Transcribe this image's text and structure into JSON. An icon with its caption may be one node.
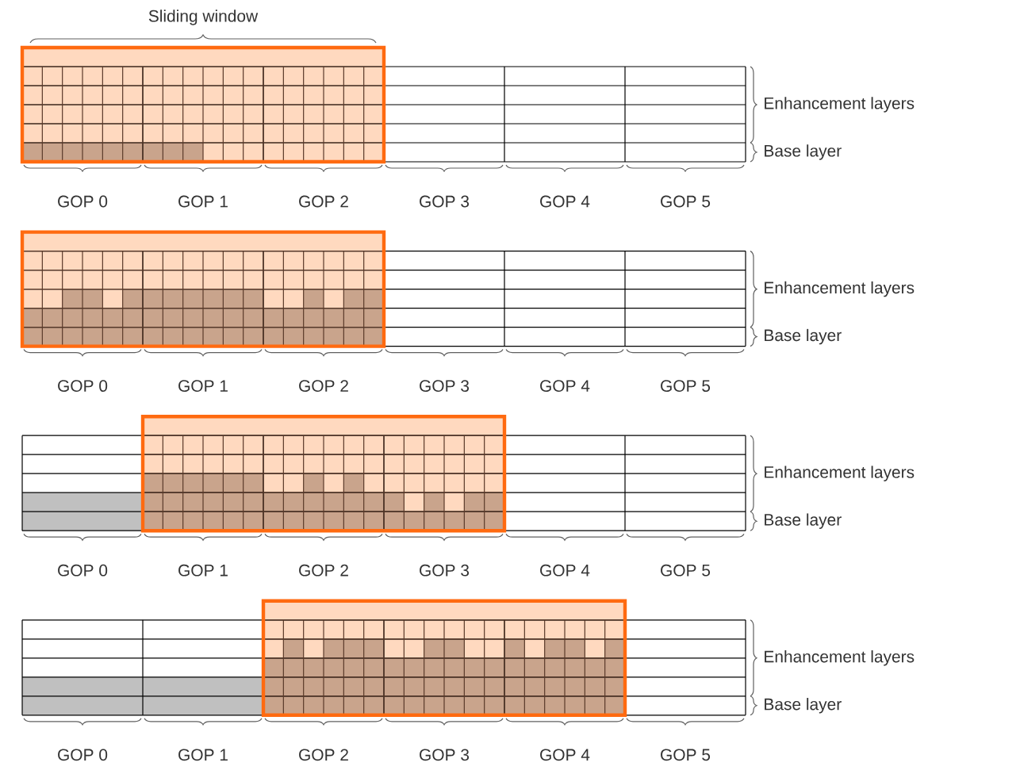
{
  "diagram": {
    "labels": [
      "Sliding window",
      "Enhancement layers",
      "Base layer",
      "GOP 0",
      "GOP 1",
      "GOP 2",
      "GOP 3",
      "GOP 4",
      "GOP 5",
      "Enhancement layers",
      "Base layer",
      "GOP 0",
      "GOP 1",
      "GOP 2",
      "GOP 3",
      "GOP 4",
      "GOP 5",
      "Enhancement layers",
      "Base layer",
      "GOP 0",
      "GOP 1",
      "GOP 2",
      "GOP 3",
      "GOP 4",
      "GOP 5",
      "Enhancement layers",
      "Base layer",
      "GOP 0",
      "GOP 1",
      "GOP 2",
      "GOP 3",
      "GOP 4",
      "GOP 5"
    ]
  }
}
